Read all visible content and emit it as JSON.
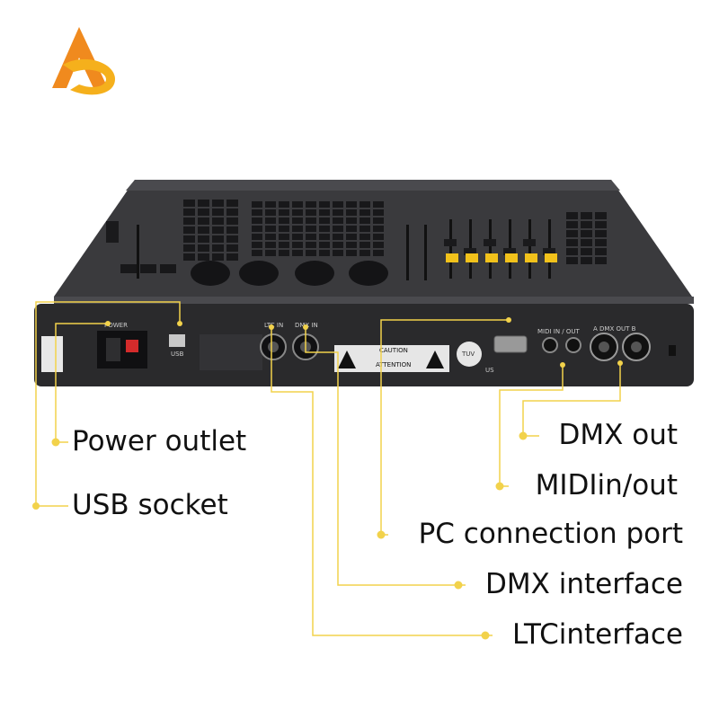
{
  "brand": {
    "logo_name": "brand-logo",
    "colors": {
      "orange": "#F08A1E",
      "yellow": "#F5B01C"
    }
  },
  "accent_color": "#F2D24B",
  "device": {
    "name": "lighting-console-rear-panel",
    "colors": {
      "body": "#2A2A2C",
      "top": "#3A3A3D",
      "panel": "#1E1E20",
      "key": "#18181A",
      "highlight_key": "#F2C21B"
    },
    "panel_labels": {
      "power": "POWER",
      "usb": "USB",
      "ltc": "LTC IN",
      "dmx_in": "DMX IN",
      "midi": "MIDI IN / OUT",
      "dmx_out": "A   DMX OUT   B",
      "caution": "CAUTION",
      "attention": "ATTENTION",
      "cert": "TUV",
      "us": "US"
    }
  },
  "callouts": [
    {
      "id": "power-outlet",
      "label": "Power outlet"
    },
    {
      "id": "usb-socket",
      "label": "USB socket"
    },
    {
      "id": "dmx-out",
      "label": "DMX out"
    },
    {
      "id": "midi-in-out",
      "label": "MIDIin/out"
    },
    {
      "id": "pc-connection-port",
      "label": "PC connection port"
    },
    {
      "id": "dmx-interface",
      "label": "DMX interface"
    },
    {
      "id": "ltc-interface",
      "label": "LTCinterface"
    }
  ]
}
